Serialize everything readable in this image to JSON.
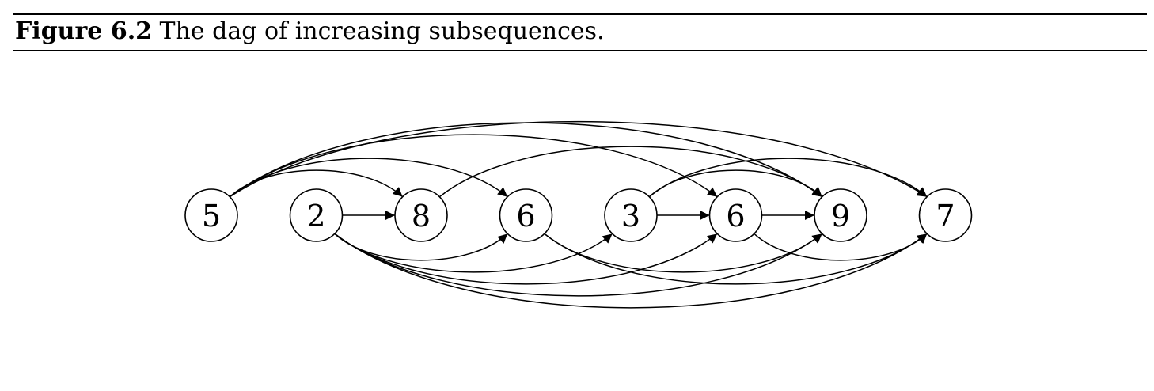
{
  "caption": {
    "label": "Figure 6.2",
    "text": " The dag of increasing subsequences."
  },
  "nodes": [
    {
      "id": "n0",
      "value": "5"
    },
    {
      "id": "n1",
      "value": "2"
    },
    {
      "id": "n2",
      "value": "8"
    },
    {
      "id": "n3",
      "value": "6"
    },
    {
      "id": "n4",
      "value": "3"
    },
    {
      "id": "n5",
      "value": "6"
    },
    {
      "id": "n6",
      "value": "9"
    },
    {
      "id": "n7",
      "value": "7"
    }
  ],
  "edges": [
    {
      "from": "n0",
      "to": "n2"
    },
    {
      "from": "n0",
      "to": "n3"
    },
    {
      "from": "n0",
      "to": "n5"
    },
    {
      "from": "n0",
      "to": "n6"
    },
    {
      "from": "n0",
      "to": "n7"
    },
    {
      "from": "n1",
      "to": "n2"
    },
    {
      "from": "n1",
      "to": "n3"
    },
    {
      "from": "n1",
      "to": "n4"
    },
    {
      "from": "n1",
      "to": "n5"
    },
    {
      "from": "n1",
      "to": "n6"
    },
    {
      "from": "n1",
      "to": "n7"
    },
    {
      "from": "n2",
      "to": "n6"
    },
    {
      "from": "n3",
      "to": "n6"
    },
    {
      "from": "n3",
      "to": "n7"
    },
    {
      "from": "n4",
      "to": "n5"
    },
    {
      "from": "n4",
      "to": "n6"
    },
    {
      "from": "n4",
      "to": "n7"
    },
    {
      "from": "n5",
      "to": "n6"
    },
    {
      "from": "n5",
      "to": "n7"
    }
  ],
  "colors": {
    "line": "#000000",
    "background": "#ffffff"
  }
}
